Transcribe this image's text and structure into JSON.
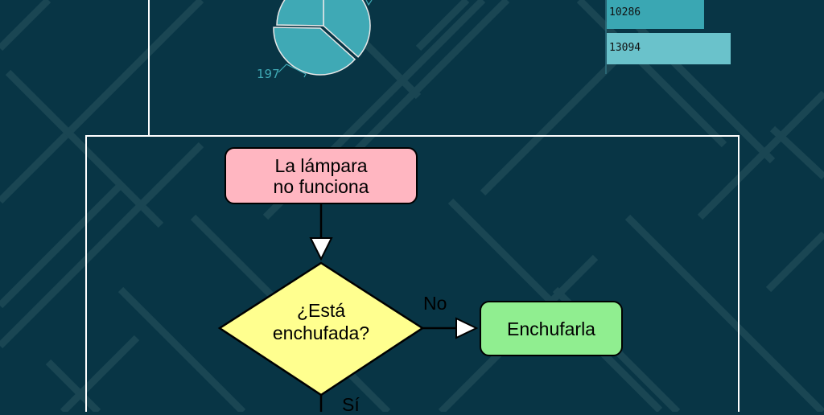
{
  "colors": {
    "background": "#083545",
    "pie": "#3fa9b5",
    "bar1": "#3aa7b3",
    "bar2": "#6ac2cb",
    "start": "#ffb6c1",
    "decision": "#ffff8f",
    "action": "#90ee90"
  },
  "pie": {
    "label": "197"
  },
  "bars": [
    {
      "label": "10286",
      "value": 10286
    },
    {
      "label": "13094",
      "value": 13094
    }
  ],
  "flow": {
    "start_line1": "La lámpara",
    "start_line2": "no funciona",
    "decision_line1": "¿Está",
    "decision_line2": "enchufada?",
    "no_label": "No",
    "yes_label": "Sí",
    "action": "Enchufarla"
  }
}
